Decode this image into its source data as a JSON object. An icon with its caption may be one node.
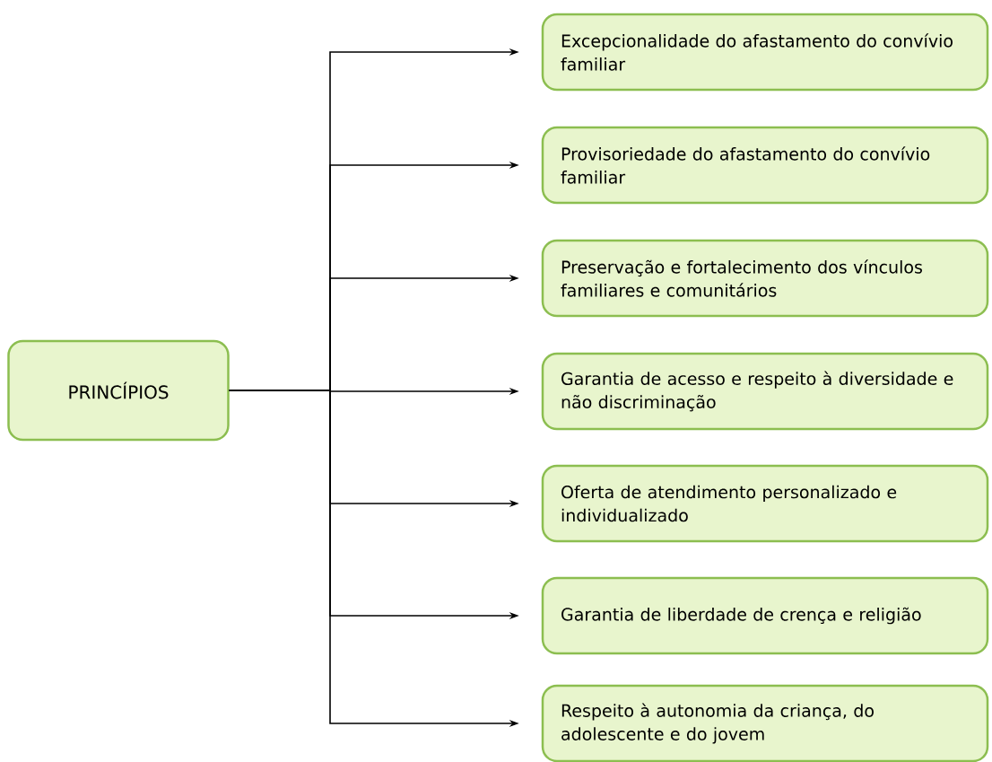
{
  "diagram": {
    "nodes": [
      {
        "text": [
          "PRINCÍPIOS"
        ]
      },
      {
        "text": [
          "Excepcionalidade do afastamento do convívio familiar"
        ]
      },
      {
        "text": [
          "Provisoriedade do afastamento do convívio familiar"
        ]
      },
      {
        "text": [
          "Preservação e fortalecimento dos vínculos familiares e comunitários"
        ]
      },
      {
        "text": [
          "Garantia de acesso e respeito à diversidade e não discriminação"
        ]
      },
      {
        "text": [
          "Oferta de atendimento personalizado e individualizado"
        ]
      },
      {
        "text": [
          "Garantia de liberdade de crença e religião"
        ]
      },
      {
        "text": [
          "Respeito à autonomia da criança, do adolescente e do jovem"
        ]
      }
    ],
    "edges": [
      {
        "from": 0,
        "to": 1,
        "arrow": "to"
      },
      {
        "from": 0,
        "to": 2,
        "arrow": "to"
      },
      {
        "from": 0,
        "to": 3,
        "arrow": "to"
      },
      {
        "from": 0,
        "to": 4,
        "arrow": "to"
      },
      {
        "from": 0,
        "to": 5,
        "arrow": "to"
      },
      {
        "from": 0,
        "to": 6,
        "arrow": "to"
      },
      {
        "from": 0,
        "to": 7,
        "arrow": "to"
      }
    ]
  }
}
